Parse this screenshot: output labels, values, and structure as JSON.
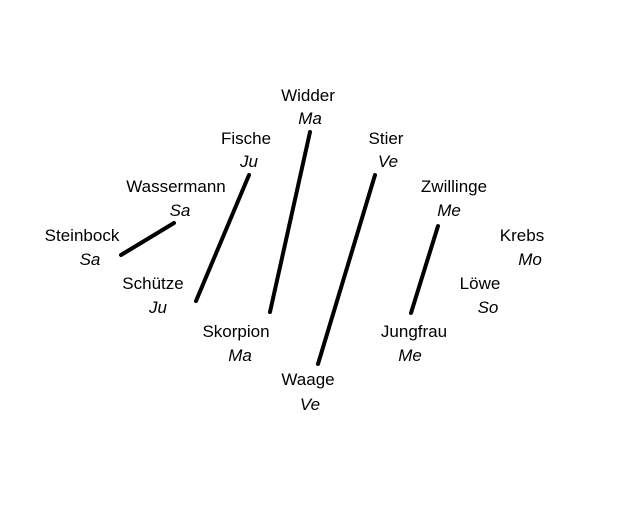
{
  "signs": [
    {
      "name": "Widder",
      "ruler": "Ma"
    },
    {
      "name": "Fische",
      "ruler": "Ju"
    },
    {
      "name": "Stier",
      "ruler": "Ve"
    },
    {
      "name": "Wassermann",
      "ruler": "Sa"
    },
    {
      "name": "Zwillinge",
      "ruler": "Me"
    },
    {
      "name": "Steinbock",
      "ruler": "Sa"
    },
    {
      "name": "Krebs",
      "ruler": "Mo"
    },
    {
      "name": "Schütze",
      "ruler": "Ju"
    },
    {
      "name": "Löwe",
      "ruler": "So"
    },
    {
      "name": "Skorpion",
      "ruler": "Ma"
    },
    {
      "name": "Jungfrau",
      "ruler": "Me"
    },
    {
      "name": "Waage",
      "ruler": "Ve"
    }
  ],
  "connections": [
    {
      "planet": "Sa",
      "from": "Wassermann",
      "to": "Steinbock"
    },
    {
      "planet": "Ju",
      "from": "Fische",
      "to": "Schütze"
    },
    {
      "planet": "Ma",
      "from": "Widder",
      "to": "Skorpion"
    },
    {
      "planet": "Ve",
      "from": "Stier",
      "to": "Waage"
    },
    {
      "planet": "Me",
      "from": "Zwillinge",
      "to": "Jungfrau"
    }
  ]
}
